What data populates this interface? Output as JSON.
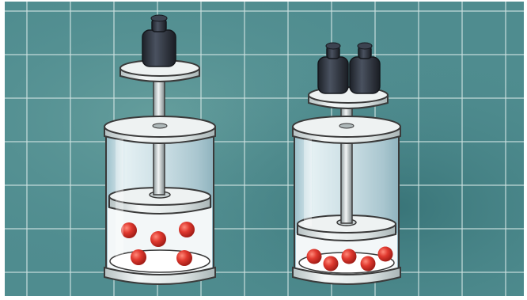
{
  "figure": {
    "background": {
      "color": "#4f8c8f",
      "dark_color": "#2f6a6e",
      "light_color": "#6fa6a3",
      "grid_color": "#cfe3e2",
      "grid_lines": true
    },
    "containers": [
      {
        "weights": 1,
        "particles": 5,
        "piston_level": "high"
      },
      {
        "weights": 2,
        "particles": 5,
        "piston_level": "low"
      }
    ],
    "colors": {
      "cylinder_fill": "#cfe2e6",
      "cylinder_edge": "#3a3a3a",
      "metal": "#e9eeee",
      "weight": "#2b3038",
      "particle": "#d9302b"
    }
  }
}
